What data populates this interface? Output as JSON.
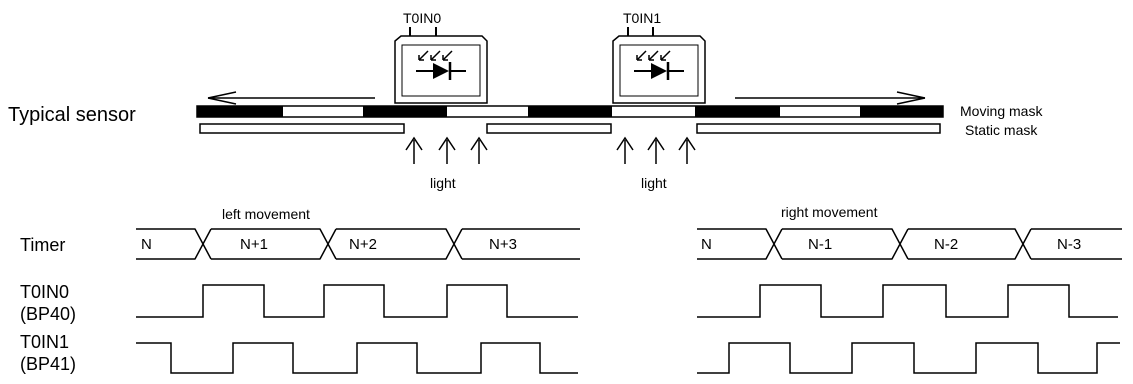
{
  "sensor": {
    "title": "Typical sensor",
    "moving_mask": "Moving mask",
    "static_mask": "Static mask",
    "light_left": "light",
    "light_right": "light",
    "sensors": [
      {
        "label": "T0IN0",
        "icon": "photodiode-icon"
      },
      {
        "label": "T0IN1",
        "icon": "photodiode-icon"
      }
    ]
  },
  "timing": {
    "left_heading": "left movement",
    "right_heading": "right movement",
    "rows": [
      {
        "label": [
          "Timer"
        ]
      },
      {
        "label": [
          "T0IN0",
          "(BP40)"
        ]
      },
      {
        "label": [
          "T0IN1",
          "(BP41)"
        ]
      }
    ],
    "left_segments": [
      "N",
      "N+1",
      "N+2",
      "N+3"
    ],
    "right_segments": [
      "N",
      "N-1",
      "N-2",
      "N-3"
    ]
  }
}
